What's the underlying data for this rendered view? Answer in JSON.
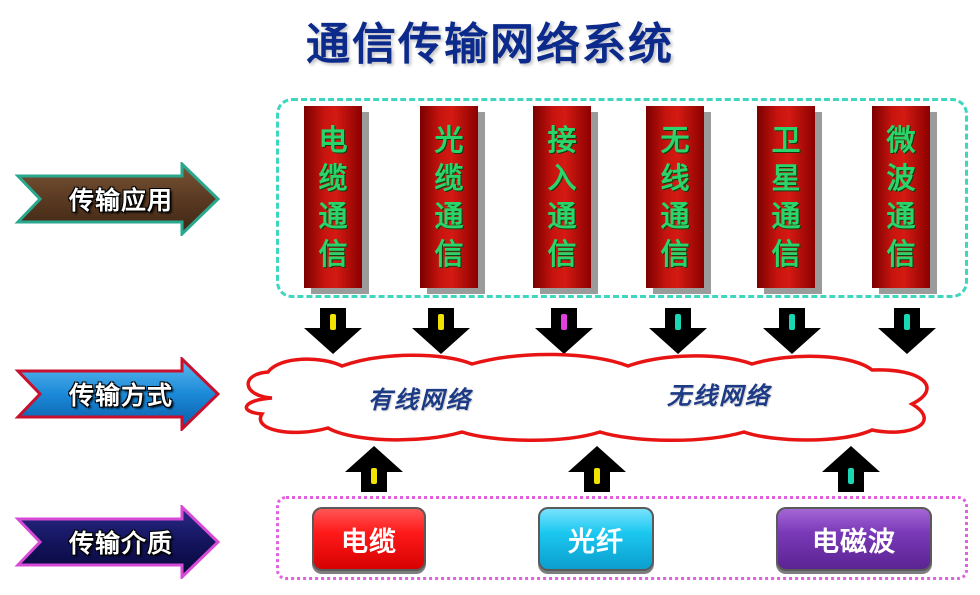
{
  "title": "通信传输网络系统",
  "layers": {
    "application": "传输应用",
    "method": "传输方式",
    "medium": "传输介质"
  },
  "applications": [
    {
      "text": "电缆通信",
      "marker_color": "#f2e200"
    },
    {
      "text": "光缆通信",
      "marker_color": "#f2e200"
    },
    {
      "text": "接入通信",
      "marker_color": "#e040e0"
    },
    {
      "text": "无线通信",
      "marker_color": "#19d6b4"
    },
    {
      "text": "卫星通信",
      "marker_color": "#19d6b4"
    },
    {
      "text": "微波通信",
      "marker_color": "#19d6b4"
    }
  ],
  "networks": {
    "wired": "有线网络",
    "wireless": "无线网络"
  },
  "media": [
    {
      "text": "电缆",
      "color": "#ff1a1a"
    },
    {
      "text": "光纤",
      "color": "#1cc8f0"
    },
    {
      "text": "电磁波",
      "color": "#7a3ab8"
    }
  ],
  "medium_arrow_markers": [
    "#f2e200",
    "#f2e200",
    "#19d6b4"
  ],
  "colors": {
    "title": "#0c2a8c",
    "pillar_text": "#2bd46a",
    "app_border": "#3fd6c0",
    "cloud_border": "#e81414",
    "medium_border": "#e060e0"
  }
}
